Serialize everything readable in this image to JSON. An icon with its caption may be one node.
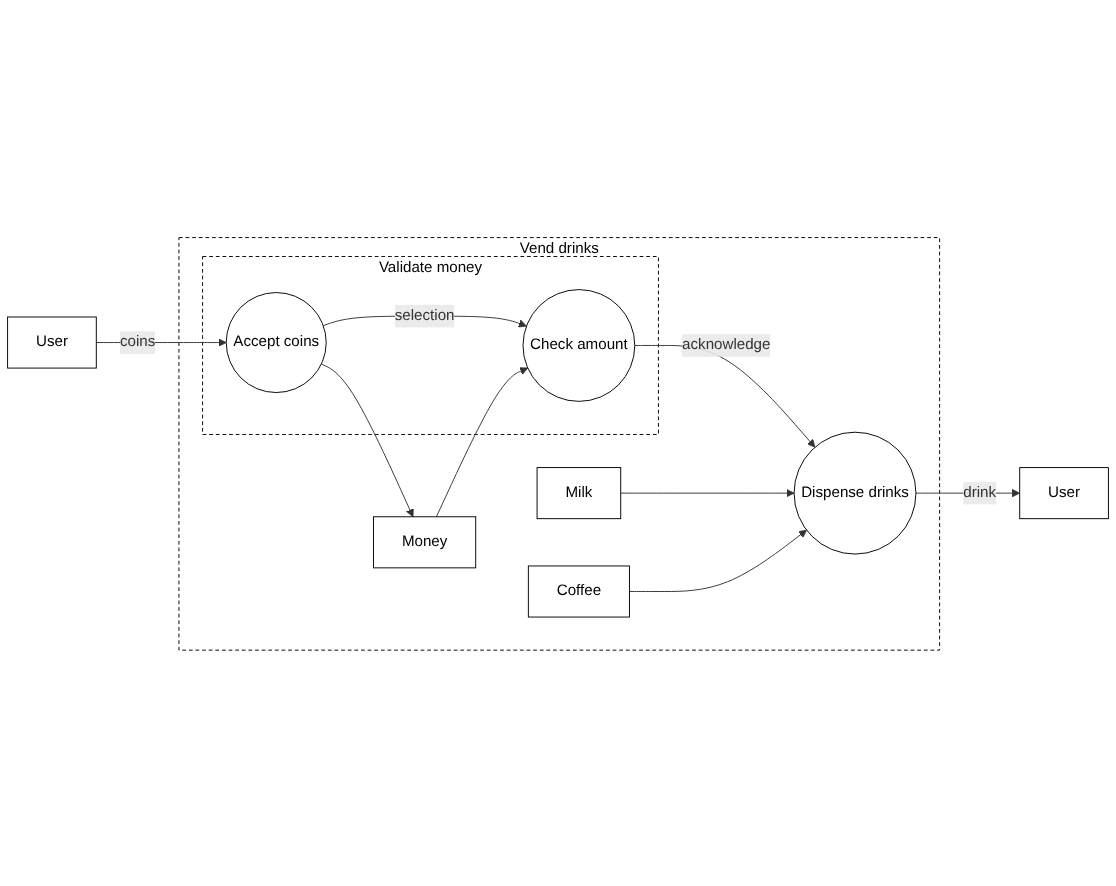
{
  "diagram": {
    "nodes": [
      {
        "text": [
          "User"
        ]
      },
      {
        "text": [
          "Vend drinks"
        ]
      },
      {
        "text": [
          "Validate money"
        ],
        "in": 1
      },
      {
        "text": [
          "Accept coins"
        ],
        "in": 2
      },
      {
        "text": [
          "Check amount"
        ],
        "in": 2
      },
      {
        "text": [
          "Money"
        ],
        "in": 1
      },
      {
        "text": [
          "Milk"
        ],
        "in": 1
      },
      {
        "text": [
          "Dispense drinks"
        ],
        "in": 1
      },
      {
        "text": [
          "Coffee"
        ],
        "in": 1
      },
      {
        "text": [
          "User"
        ]
      }
    ],
    "edges": [
      {
        "from": 0,
        "to": 3,
        "label": "coins",
        "arrow": "to"
      },
      {
        "from": 3,
        "to": 5,
        "arrow": "to"
      },
      {
        "from": 3,
        "to": 4,
        "label": "selection",
        "arrow": "to"
      },
      {
        "from": 5,
        "to": 4,
        "arrow": "to"
      },
      {
        "from": 4,
        "to": 7,
        "label": "acknowledge",
        "arrow": "to"
      },
      {
        "from": 6,
        "to": 7,
        "arrow": "to"
      },
      {
        "from": 8,
        "to": 7,
        "arrow": "to"
      },
      {
        "from": 7,
        "to": 9,
        "label": "drink",
        "arrow": "to"
      }
    ]
  }
}
